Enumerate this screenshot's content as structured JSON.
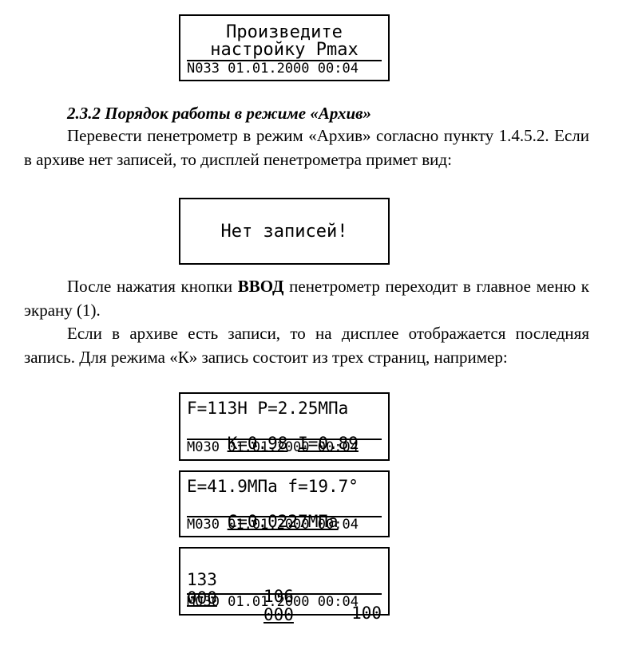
{
  "display1": {
    "line1": "Произведите",
    "line2": "настройку Pmax",
    "status": "N033 01.01.2000 00:04"
  },
  "section": {
    "heading": "2.3.2 Порядок работы в режиме «Архив»",
    "para1": "Перевести пенетрометр в режим «Архив» согласно пункту 1.4.5.2. Если в архиве нет записей, то дисплей пенетрометра примет вид:"
  },
  "display2": {
    "text": "Нет записей!"
  },
  "para2": {
    "before": "После нажатия кнопки ",
    "bold": "ВВОД",
    "after": " пенетрометр переходит в главное меню к экрану (1)."
  },
  "para3": {
    "text": "Если в архиве есть записи, то на дисплее отображается последняя запись. Для режима «К» запись состоит из трех страниц, например:"
  },
  "page1": {
    "line1": "F=113Н P=2.25МПа",
    "line2a": "K=0.98",
    "line2b": "I=0.89",
    "status": "M030 01.01.2000 00:04"
  },
  "page2": {
    "line1": "E=41.9МПа f=19.7°",
    "line2": "C=0.0227МПа",
    "status": "M030 01.01.2000 00:04"
  },
  "page3": {
    "r1c1": "133",
    "r1c2": "106",
    "r1c3": "100",
    "r2c1": "000",
    "r2c2": "000",
    "status": "M030 01.01.2000 00:04"
  }
}
